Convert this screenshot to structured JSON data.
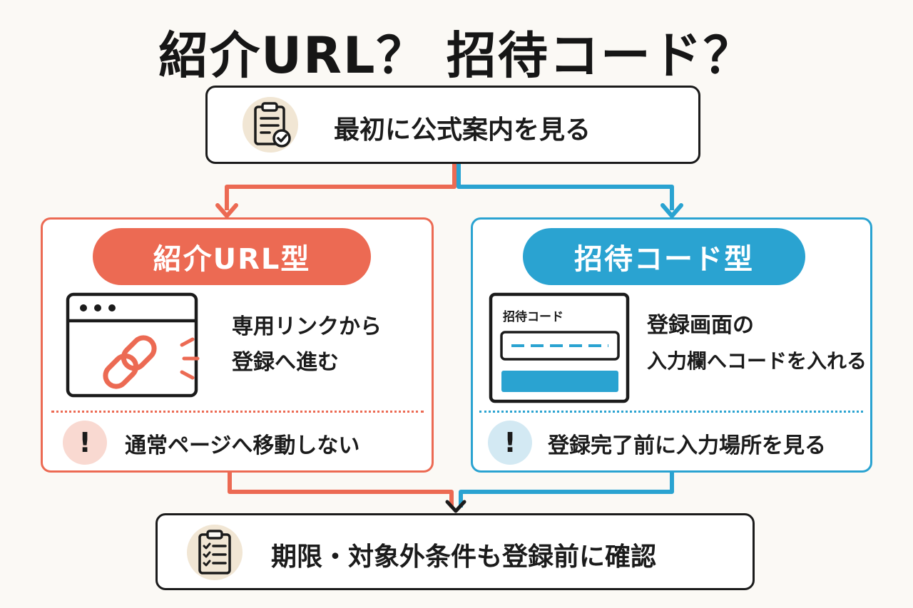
{
  "title": "紹介URL？ 招待コード？",
  "top_step": {
    "text": "最初に公式案内を見る",
    "icon": "clipboard-check-icon"
  },
  "referral": {
    "label": "紹介URL型",
    "line1": "専用リンクから",
    "line2": "登録へ進む",
    "icon": "browser-link-icon",
    "warning": "通常ページへ移動しない",
    "color": "#ec6a53"
  },
  "invite": {
    "label": "招待コード型",
    "line1": "登録画面の",
    "line2": "入力欄へコードを入れる",
    "form_label": "招待コード",
    "icon": "code-form-icon",
    "warning": "登録完了前に入力場所を見る",
    "color": "#2aa3d1"
  },
  "bottom_step": {
    "text": "期限・対象外条件も登録前に確認",
    "icon": "checklist-icon"
  },
  "warning_symbol": "!"
}
